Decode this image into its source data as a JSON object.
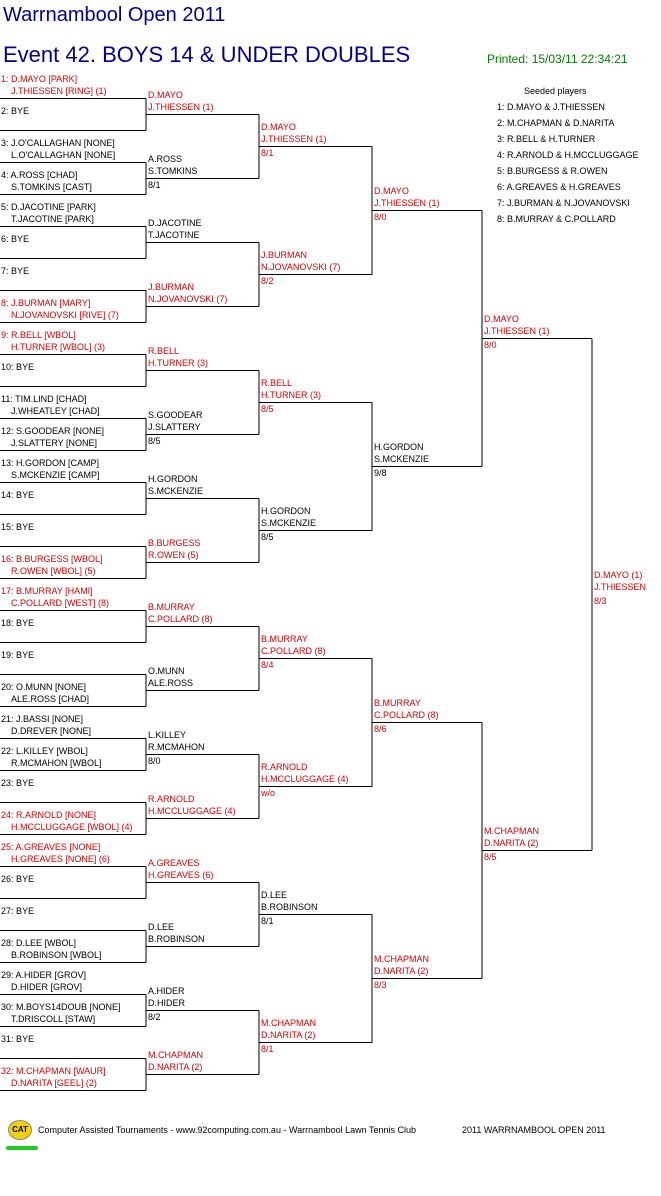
{
  "header": {
    "title": "Warrnambool Open 2011",
    "event": "Event 42. BOYS 14 & UNDER DOUBLES",
    "printed": "Printed: 15/03/11 22:34:21"
  },
  "seeded": {
    "heading": "Seeded players",
    "list": [
      "1: D.MAYO & J.THIESSEN",
      "2: M.CHAPMAN & D.NARITA",
      "3: R.BELL & H.TURNER",
      "4: R.ARNOLD & H.MCCLUGGAGE",
      "5: B.BURGESS & R.OWEN",
      "6: A.GREAVES & H.GREAVES",
      "7: J.BURMAN & N.JOVANOVSKI",
      "8: B.MURRAY & C.POLLARD"
    ]
  },
  "draw": [
    {
      "l1": "1: D.MAYO [PARK]",
      "l2": "J.THIESSEN [RING] (1)",
      "seed": true
    },
    {
      "l1": "2: BYE",
      "l2": "",
      "seed": false
    },
    {
      "l1": "3: J.O'CALLAGHAN [NONE]",
      "l2": "L.O'CALLAGHAN [NONE]",
      "seed": false
    },
    {
      "l1": "4: A.ROSS [CHAD]",
      "l2": "S.TOMKINS [CAST]",
      "seed": false
    },
    {
      "l1": "5: D.JACOTINE [PARK]",
      "l2": "T.JACOTINE [PARK]",
      "seed": false
    },
    {
      "l1": "6: BYE",
      "l2": "",
      "seed": false
    },
    {
      "l1": "7: BYE",
      "l2": "",
      "seed": false
    },
    {
      "l1": "8: J.BURMAN [MARY]",
      "l2": "N.JOVANOVSKI [RIVE] (7)",
      "seed": true
    },
    {
      "l1": "9: R.BELL [WBOL]",
      "l2": "H.TURNER [WBOL] (3)",
      "seed": true
    },
    {
      "l1": "10: BYE",
      "l2": "",
      "seed": false
    },
    {
      "l1": "11: TIM.LIND [CHAD]",
      "l2": "J.WHEATLEY [CHAD]",
      "seed": false
    },
    {
      "l1": "12: S.GOODEAR [NONE]",
      "l2": "J.SLATTERY [NONE]",
      "seed": false
    },
    {
      "l1": "13: H.GORDON [CAMP]",
      "l2": "S.MCKENZIE [CAMP]",
      "seed": false
    },
    {
      "l1": "14: BYE",
      "l2": "",
      "seed": false
    },
    {
      "l1": "15: BYE",
      "l2": "",
      "seed": false
    },
    {
      "l1": "16: B.BURGESS [WBOL]",
      "l2": "R.OWEN [WBOL] (5)",
      "seed": true
    },
    {
      "l1": "17: B.MURRAY [HAMI]",
      "l2": "C.POLLARD [WEST] (8)",
      "seed": true
    },
    {
      "l1": "18: BYE",
      "l2": "",
      "seed": false
    },
    {
      "l1": "19: BYE",
      "l2": "",
      "seed": false
    },
    {
      "l1": "20: O.MUNN [NONE]",
      "l2": "ALE.ROSS [CHAD]",
      "seed": false
    },
    {
      "l1": "21: J.BASSI [NONE]",
      "l2": "D.DREVER [NONE]",
      "seed": false
    },
    {
      "l1": "22: L.KILLEY [WBOL]",
      "l2": "R.MCMAHON [WBOL]",
      "seed": false
    },
    {
      "l1": "23: BYE",
      "l2": "",
      "seed": false
    },
    {
      "l1": "24: R.ARNOLD [NONE]",
      "l2": "H.MCCLUGGAGE [WBOL] (4)",
      "seed": true
    },
    {
      "l1": "25: A.GREAVES [NONE]",
      "l2": "H.GREAVES [NONE] (6)",
      "seed": true
    },
    {
      "l1": "26: BYE",
      "l2": "",
      "seed": false
    },
    {
      "l1": "27: BYE",
      "l2": "",
      "seed": false
    },
    {
      "l1": "28: D.LEE [WBOL]",
      "l2": "B.ROBINSON [WBOL]",
      "seed": false
    },
    {
      "l1": "29: A.HIDER [GROV]",
      "l2": "D.HIDER [GROV]",
      "seed": false
    },
    {
      "l1": "30: M.BOYS14DOUB [NONE]",
      "l2": "T.DRISCOLL [STAW]",
      "seed": false
    },
    {
      "l1": "31: BYE",
      "l2": "",
      "seed": false
    },
    {
      "l1": "32: M.CHAPMAN [WAUR]",
      "l2": "D.NARITA [GEEL] (2)",
      "seed": true
    }
  ],
  "rounds": [
    [
      {
        "l1": "D.MAYO",
        "l2": "J.THIESSEN (1)",
        "score": "",
        "seed": true
      },
      {
        "l1": "A.ROSS",
        "l2": "S.TOMKINS",
        "score": "8/1",
        "seed": false
      },
      {
        "l1": "D.JACOTINE",
        "l2": "T.JACOTINE",
        "score": "",
        "seed": false
      },
      {
        "l1": "J.BURMAN",
        "l2": "N.JOVANOVSKI (7)",
        "score": "",
        "seed": true
      },
      {
        "l1": "R.BELL",
        "l2": "H.TURNER (3)",
        "score": "",
        "seed": true
      },
      {
        "l1": "S.GOODEAR",
        "l2": "J.SLATTERY",
        "score": "8/5",
        "seed": false
      },
      {
        "l1": "H.GORDON",
        "l2": "S.MCKENZIE",
        "score": "",
        "seed": false
      },
      {
        "l1": "B.BURGESS",
        "l2": "R.OWEN (5)",
        "score": "",
        "seed": true
      },
      {
        "l1": "B.MURRAY",
        "l2": "C.POLLARD (8)",
        "score": "",
        "seed": true
      },
      {
        "l1": "O.MUNN",
        "l2": "ALE.ROSS",
        "score": "",
        "seed": false
      },
      {
        "l1": "L.KILLEY",
        "l2": "R.MCMAHON",
        "score": "8/0",
        "seed": false
      },
      {
        "l1": "R.ARNOLD",
        "l2": "H.MCCLUGGAGE (4)",
        "score": "",
        "seed": true
      },
      {
        "l1": "A.GREAVES",
        "l2": "H.GREAVES (6)",
        "score": "",
        "seed": true
      },
      {
        "l1": "D.LEE",
        "l2": "B.ROBINSON",
        "score": "",
        "seed": false
      },
      {
        "l1": "A.HIDER",
        "l2": "D.HIDER",
        "score": "8/2",
        "seed": false
      },
      {
        "l1": "M.CHAPMAN",
        "l2": "D.NARITA (2)",
        "score": "",
        "seed": true
      }
    ],
    [
      {
        "l1": "D.MAYO",
        "l2": "J.THIESSEN (1)",
        "score": "8/1",
        "seed": true
      },
      {
        "l1": "J.BURMAN",
        "l2": "N.JOVANOVSKI (7)",
        "score": "8/2",
        "seed": true
      },
      {
        "l1": "R.BELL",
        "l2": "H.TURNER (3)",
        "score": "8/5",
        "seed": true
      },
      {
        "l1": "H.GORDON",
        "l2": "S.MCKENZIE",
        "score": "8/5",
        "seed": false
      },
      {
        "l1": "B.MURRAY",
        "l2": "C.POLLARD (8)",
        "score": "8/4",
        "seed": true
      },
      {
        "l1": "R.ARNOLD",
        "l2": "H.MCCLUGGAGE (4)",
        "score": "w/o",
        "seed": true
      },
      {
        "l1": "D.LEE",
        "l2": "B.ROBINSON",
        "score": "8/1",
        "seed": false
      },
      {
        "l1": "M.CHAPMAN",
        "l2": "D.NARITA (2)",
        "score": "8/1",
        "seed": true
      }
    ],
    [
      {
        "l1": "D.MAYO",
        "l2": "J.THIESSEN (1)",
        "score": "8/0",
        "seed": true
      },
      {
        "l1": "H.GORDON",
        "l2": "S.MCKENZIE",
        "score": "9/8",
        "seed": false
      },
      {
        "l1": "B.MURRAY",
        "l2": "C.POLLARD (8)",
        "score": "8/6",
        "seed": true
      },
      {
        "l1": "M.CHAPMAN",
        "l2": "D.NARITA (2)",
        "score": "8/3",
        "seed": true
      }
    ],
    [
      {
        "l1": "D.MAYO",
        "l2": "J.THIESSEN (1)",
        "score": "8/0",
        "seed": true
      },
      {
        "l1": "M.CHAPMAN",
        "l2": "D.NARITA (2)",
        "score": "8/5",
        "seed": true
      }
    ],
    [
      {
        "l1": "D.MAYO (1)",
        "l2": "J.THIESSEN",
        "score": "8/3",
        "seed": true
      }
    ]
  ],
  "footer": {
    "logo": "CAT",
    "credit": "Computer Assisted Tournaments - www.92computing.com.au -  Warrnambool Lawn Tennis Club",
    "event_name": "2011 WARRNAMBOOL OPEN 2011"
  },
  "colors": {
    "title": "#00008b",
    "printed": "#008000",
    "seeded": "#d40000",
    "normal": "#000000",
    "lines": "#000000"
  }
}
